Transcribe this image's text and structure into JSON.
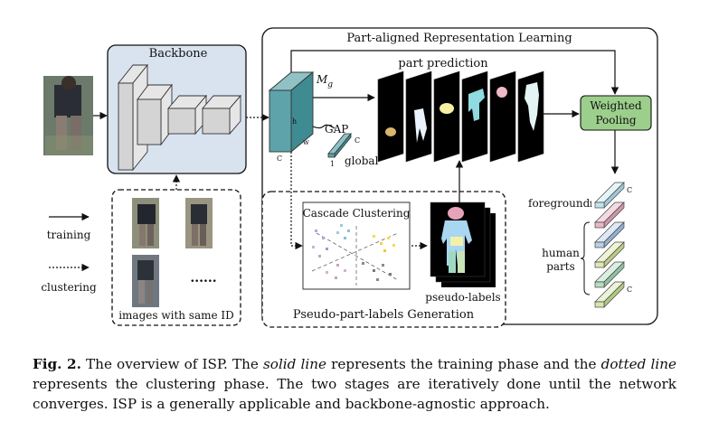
{
  "diagram": {
    "backbone_label": "Backbone",
    "part_rep_title": "Part-aligned Representation Learning",
    "part_prediction_label": "part prediction",
    "mg_label": "M",
    "mg_sub": "g",
    "gap_label": "GAP",
    "global_label": "global",
    "dim_c": "C",
    "dim_h": "h",
    "dim_w": "w",
    "dim_1": "1",
    "weighted_pooling_line1": "Weighted",
    "weighted_pooling_line2": "Pooling",
    "foreground_label": "foreground",
    "human_parts_line1": "human",
    "human_parts_line2": "parts",
    "legend_training": "training",
    "legend_clustering": "clustering",
    "images_same_id_label": "images with same ID",
    "dots_label": "......",
    "cascade_clustering_label": "Cascade Clustering",
    "pseudo_labels_label": "pseudo-labels",
    "pseudo_part_gen_label": "Pseudo-part-labels Generation"
  },
  "colors": {
    "backbone_fill": "#d9e3f0",
    "weighted_pooling_fill": "#9ccf8c",
    "feature_map_fill": "#5ea3a9",
    "foreground_bar": "#c3e3ec",
    "part_bar_colors": [
      "#e7b9c7",
      "#b9cfe6",
      "#dfe8b5",
      "#b7dcc3",
      "#d5e6b0"
    ]
  },
  "caption": {
    "fig_label": "Fig. 2.",
    "s1": " The overview of ISP. The ",
    "solid": "solid line",
    "s2": " represents the training phase and the ",
    "dotted": "dotted line",
    "s3": " represents the clustering phase. The two stages are iteratively done until the network converges. ISP is a generally applicable and backbone-agnostic approach."
  }
}
